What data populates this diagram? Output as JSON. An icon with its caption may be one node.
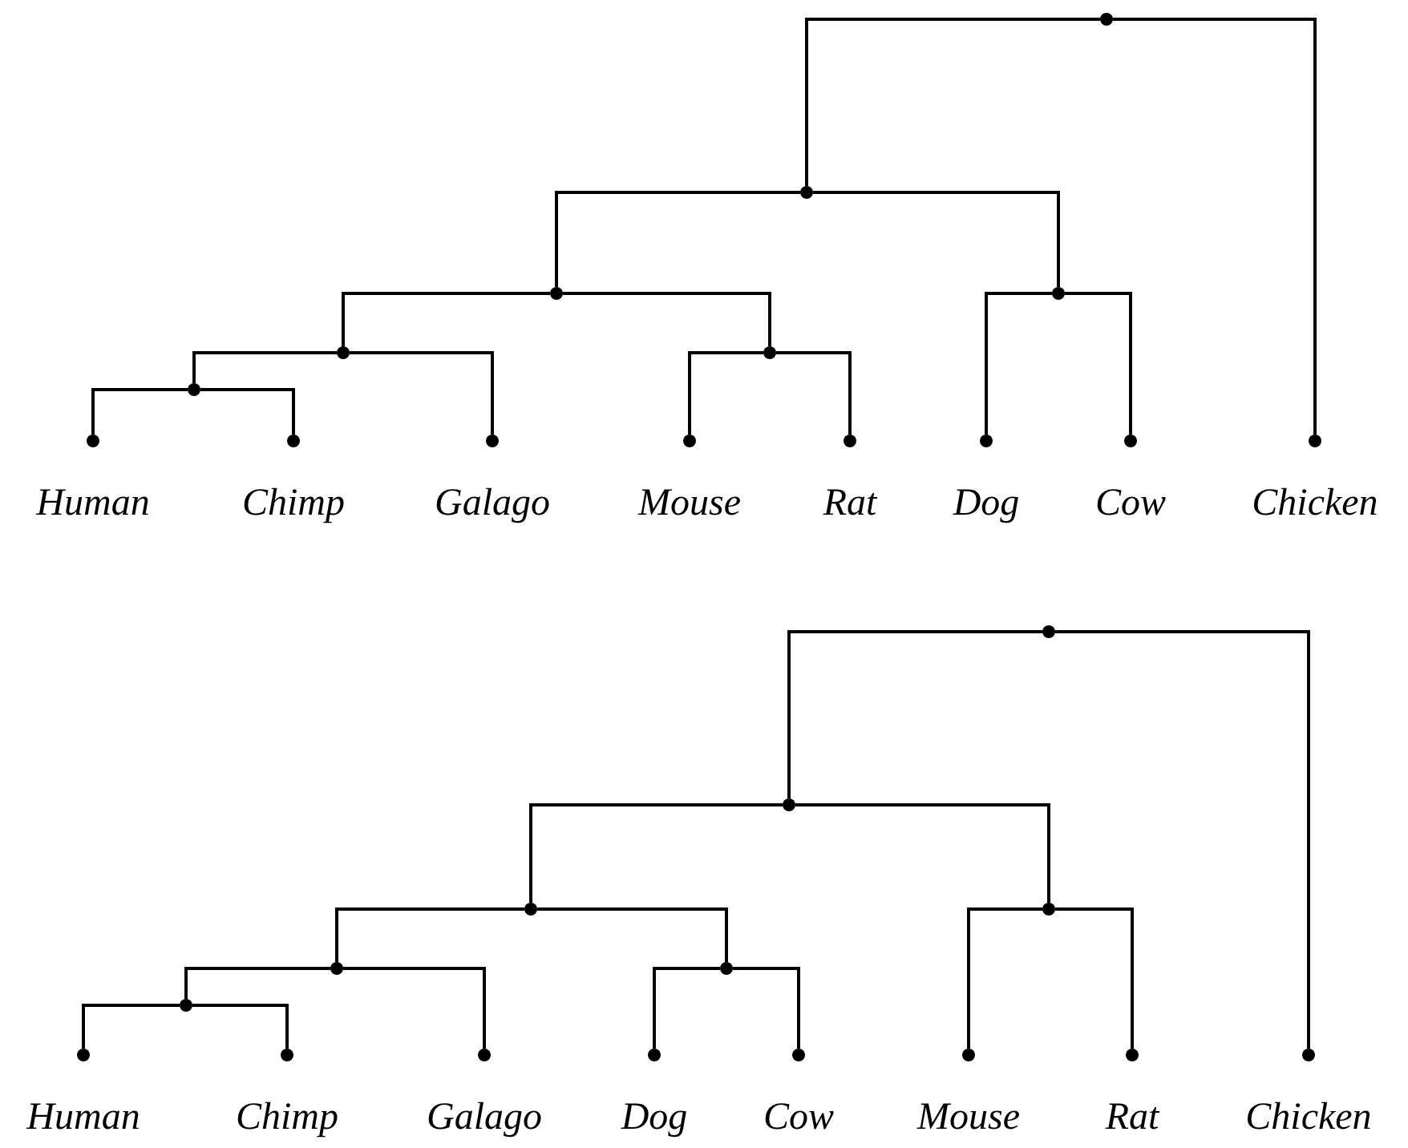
{
  "diagram": {
    "nodes": [
      {
        "text": [],
        "shape": "circle"
      },
      {
        "text": [],
        "shape": "circle"
      },
      {
        "text": [],
        "shape": "circle"
      },
      {
        "text": [],
        "shape": "circle"
      },
      {
        "text": [],
        "shape": "circle"
      },
      {
        "text": [],
        "shape": "circle"
      },
      {
        "text": [],
        "shape": "circle"
      },
      {
        "text": [
          "Human"
        ]
      },
      {
        "text": [
          "Chimp"
        ]
      },
      {
        "text": [
          "Galago"
        ]
      },
      {
        "text": [
          "Mouse"
        ]
      },
      {
        "text": [
          "Rat"
        ]
      },
      {
        "text": [
          "Dog"
        ]
      },
      {
        "text": [
          "Cow"
        ]
      },
      {
        "text": [
          "Chicken"
        ]
      },
      {
        "text": [],
        "shape": "circle"
      },
      {
        "text": [],
        "shape": "circle"
      },
      {
        "text": [],
        "shape": "circle"
      },
      {
        "text": [],
        "shape": "circle"
      },
      {
        "text": [],
        "shape": "circle"
      },
      {
        "text": [],
        "shape": "circle"
      },
      {
        "text": [],
        "shape": "circle"
      },
      {
        "text": [
          "Human"
        ]
      },
      {
        "text": [
          "Chimp"
        ]
      },
      {
        "text": [
          "Galago"
        ]
      },
      {
        "text": [
          "Dog"
        ]
      },
      {
        "text": [
          "Cow"
        ]
      },
      {
        "text": [
          "Mouse"
        ]
      },
      {
        "text": [
          "Rat"
        ]
      },
      {
        "text": [
          "Chicken"
        ]
      }
    ],
    "edges": [
      {
        "from": 0,
        "to": 1,
        "arrow": "none"
      },
      {
        "from": 0,
        "to": 14,
        "arrow": "none"
      },
      {
        "from": 1,
        "to": 2,
        "arrow": "none"
      },
      {
        "from": 1,
        "to": 3,
        "arrow": "none"
      },
      {
        "from": 2,
        "to": 4,
        "arrow": "none"
      },
      {
        "from": 2,
        "to": 5,
        "arrow": "none"
      },
      {
        "from": 3,
        "to": 12,
        "arrow": "none"
      },
      {
        "from": 3,
        "to": 13,
        "arrow": "none"
      },
      {
        "from": 4,
        "to": 6,
        "arrow": "none"
      },
      {
        "from": 4,
        "to": 9,
        "arrow": "none"
      },
      {
        "from": 5,
        "to": 10,
        "arrow": "none"
      },
      {
        "from": 5,
        "to": 11,
        "arrow": "none"
      },
      {
        "from": 6,
        "to": 7,
        "arrow": "none"
      },
      {
        "from": 6,
        "to": 8,
        "arrow": "none"
      },
      {
        "from": 15,
        "to": 16,
        "arrow": "none"
      },
      {
        "from": 15,
        "to": 29,
        "arrow": "none"
      },
      {
        "from": 16,
        "to": 17,
        "arrow": "none"
      },
      {
        "from": 16,
        "to": 18,
        "arrow": "none"
      },
      {
        "from": 17,
        "to": 19,
        "arrow": "none"
      },
      {
        "from": 17,
        "to": 20,
        "arrow": "none"
      },
      {
        "from": 18,
        "to": 27,
        "arrow": "none"
      },
      {
        "from": 18,
        "to": 28,
        "arrow": "none"
      },
      {
        "from": 19,
        "to": 21,
        "arrow": "none"
      },
      {
        "from": 19,
        "to": 24,
        "arrow": "none"
      },
      {
        "from": 20,
        "to": 25,
        "arrow": "none"
      },
      {
        "from": 20,
        "to": 26,
        "arrow": "none"
      },
      {
        "from": 21,
        "to": 22,
        "arrow": "none"
      },
      {
        "from": 21,
        "to": 23,
        "arrow": "none"
      }
    ]
  }
}
